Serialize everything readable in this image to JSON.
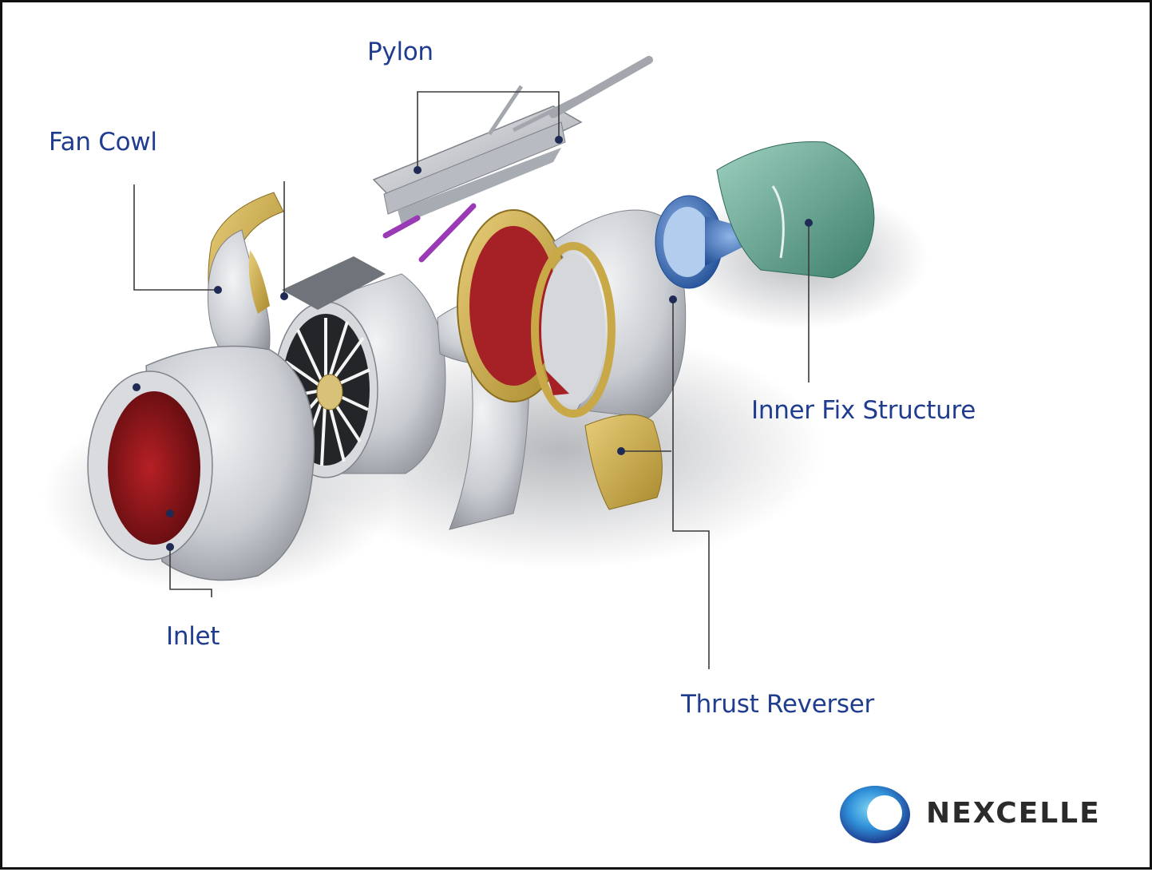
{
  "labels": {
    "pylon": "Pylon",
    "fan_cowl": "Fan Cowl",
    "inner_fix_structure": "Inner Fix Structure",
    "inlet": "Inlet",
    "thrust_reverser": "Thrust Reverser"
  },
  "logo": {
    "name": "NEXCELLE"
  },
  "colors": {
    "label_text": "#1f3c8f",
    "leader_line": "#333333",
    "nacelle_gray": "#c9ccd1",
    "inlet_red": "#8b1518",
    "gold_parts": "#c9a848",
    "inner_fix_green": "#5f9e8c",
    "exhaust_blue": "#2e5fa8",
    "pylon_purple": "#9b3ab5"
  }
}
